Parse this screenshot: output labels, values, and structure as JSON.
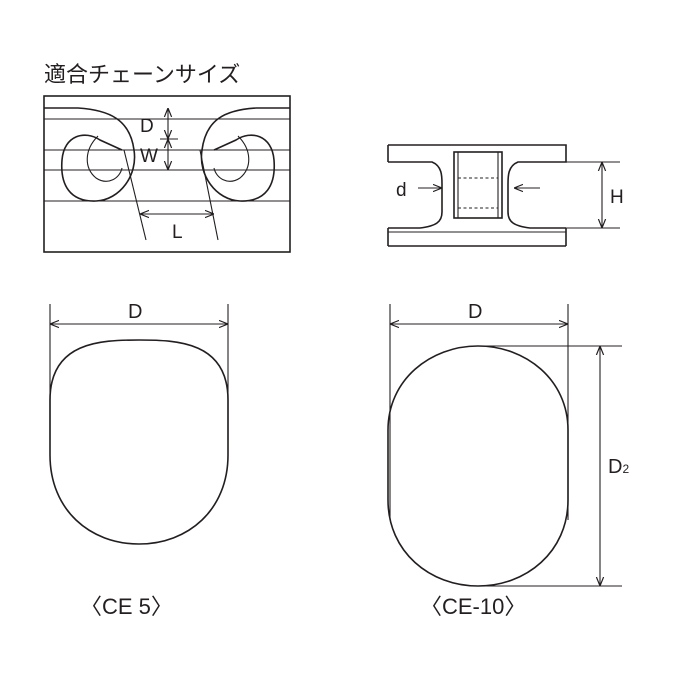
{
  "title": "適合チェーンサイズ",
  "chain": {
    "d_label": "D",
    "w_label": "W",
    "l_label": "L"
  },
  "section": {
    "d_label": "d",
    "h_label": "H"
  },
  "ce5": {
    "d_label": "D",
    "caption": "〈CE 5〉"
  },
  "ce10": {
    "d_label": "D",
    "d2_label": "D",
    "d2_sub": "2",
    "caption": "〈CE-10〉"
  }
}
